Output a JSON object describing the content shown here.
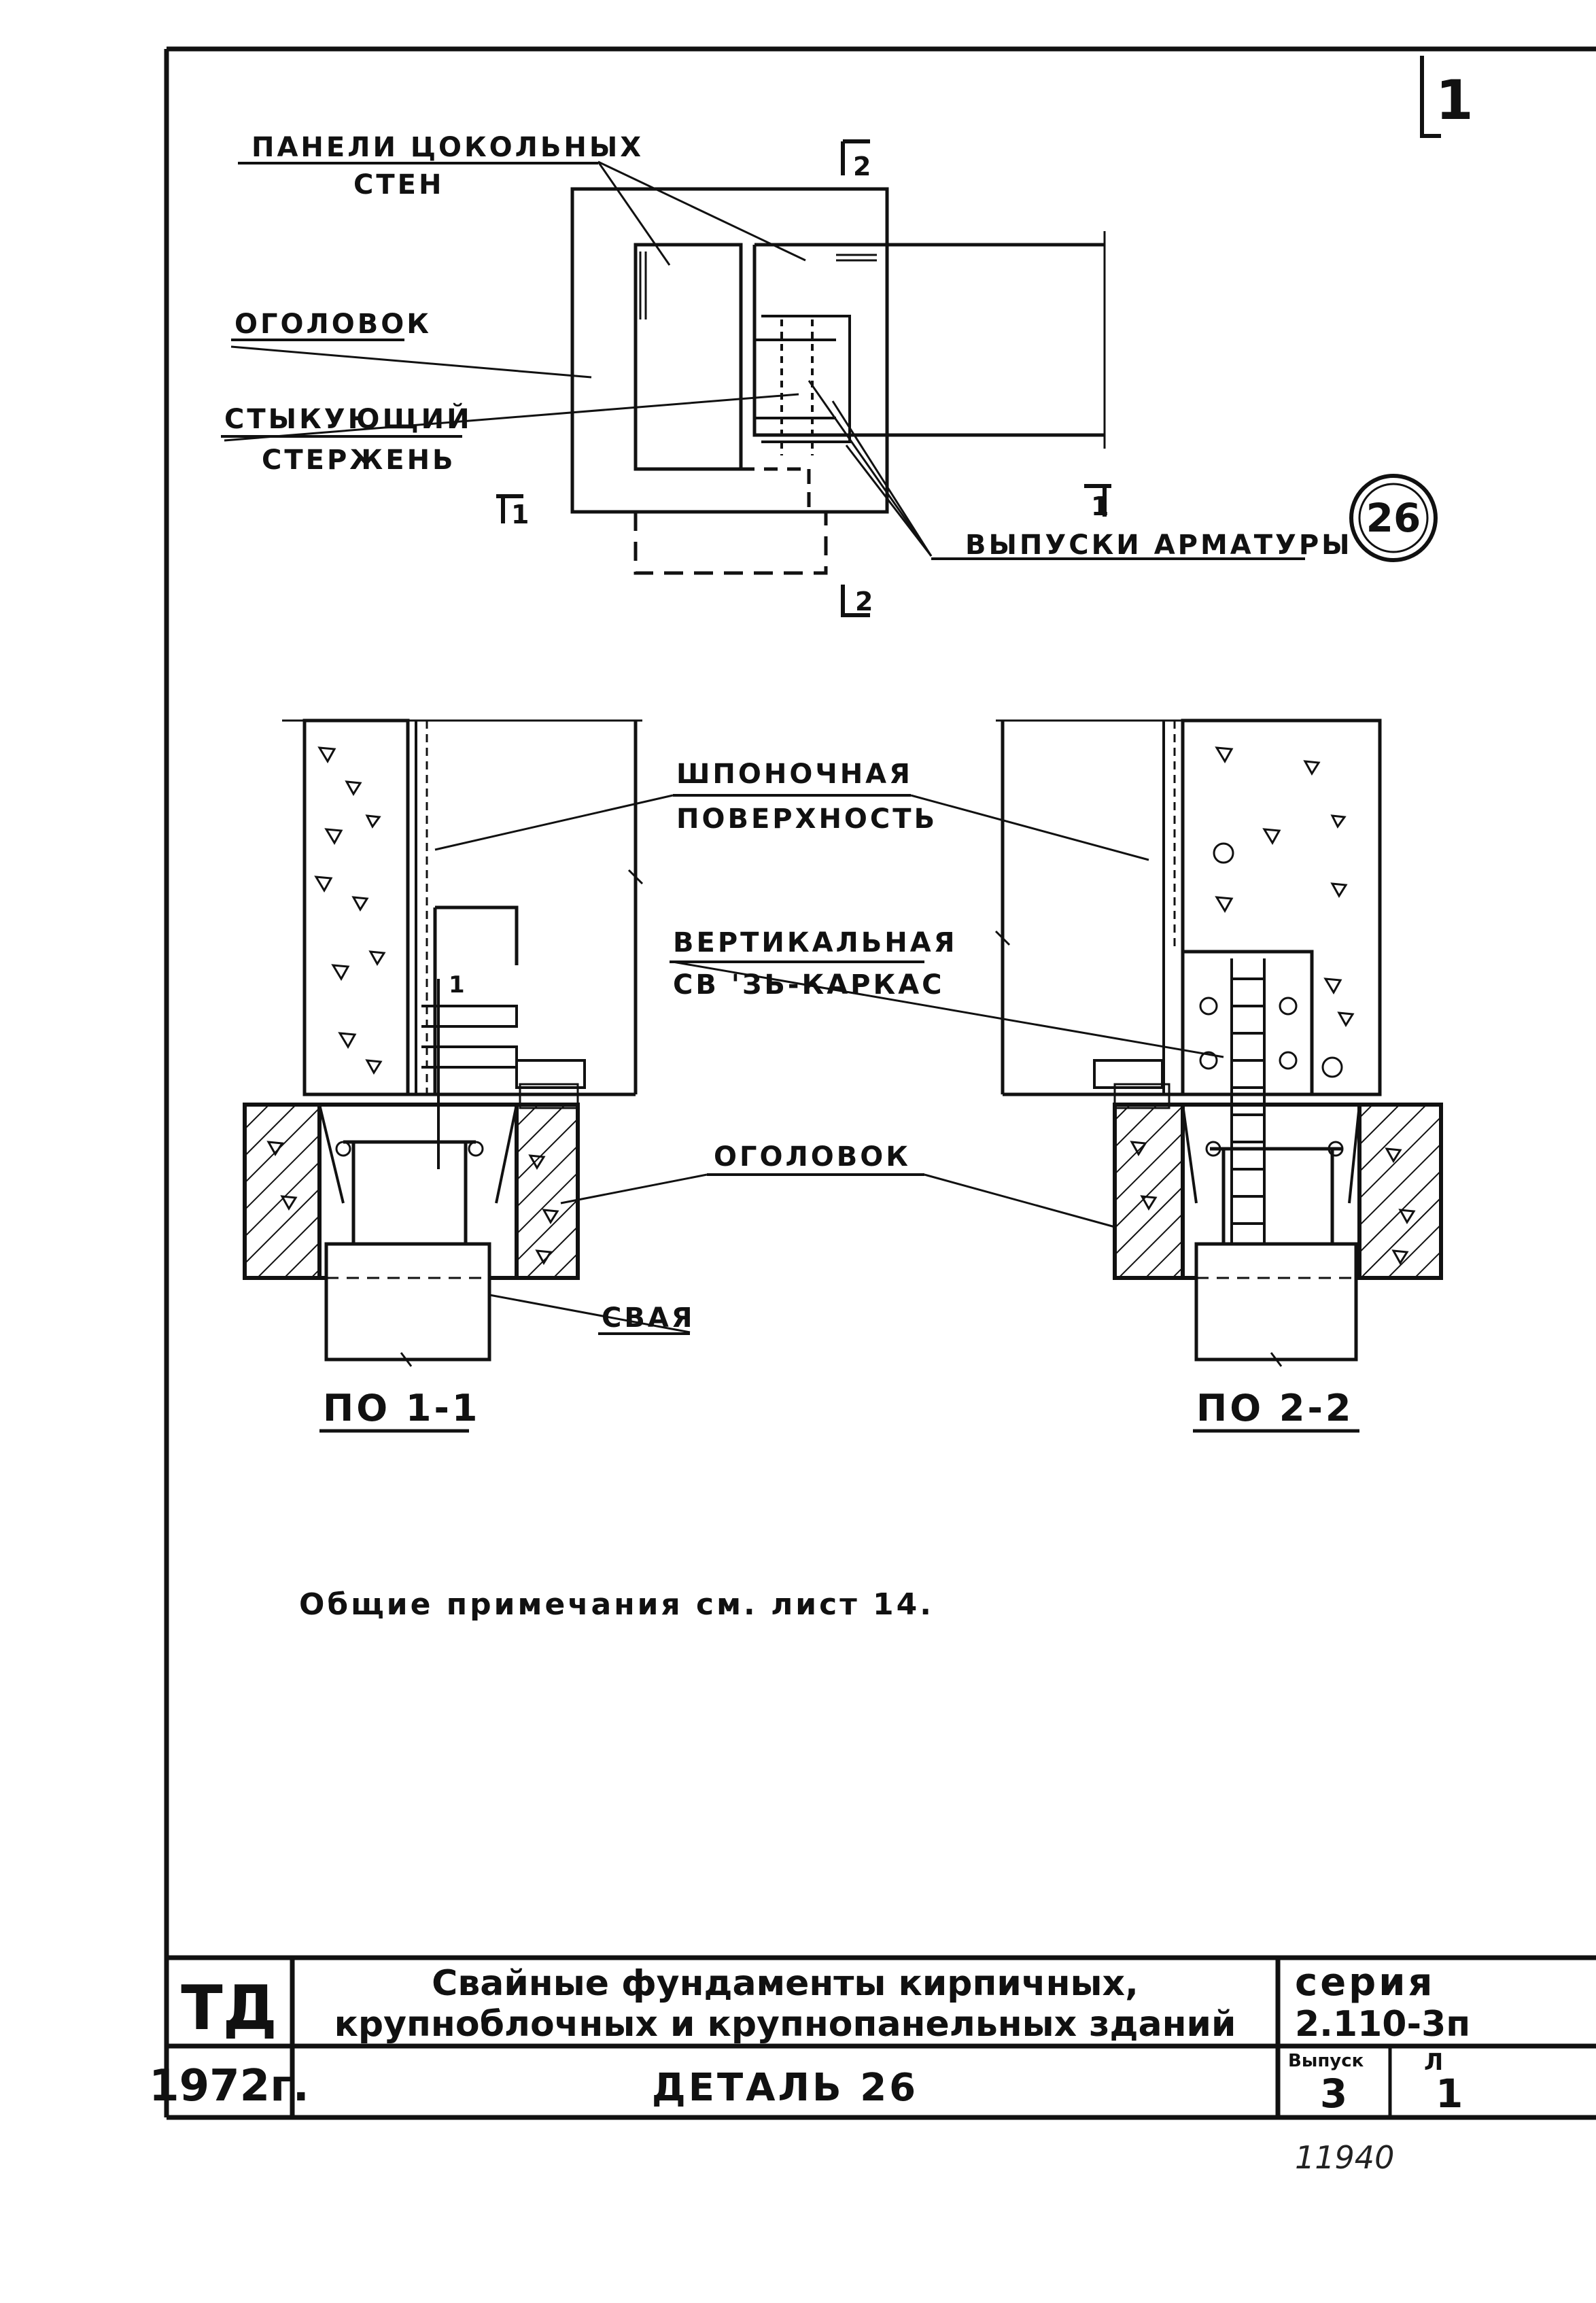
{
  "sheet_number_fragment": "1",
  "detail_marker": "26",
  "plan": {
    "label_panels_line1": "ПАНЕЛИ ЦОКОЛЬНЫХ",
    "label_panels_line2": "СТЕН",
    "label_cap": "ОГОЛОВОК",
    "label_rod_line1": "СТЫКУЮЩИЙ",
    "label_rod_line2": "СТЕРЖЕНЬ",
    "label_rebar": "ВЫПУСКИ АРМАТУРЫ",
    "cut1_left": "1",
    "cut1_right": "1",
    "cut2_top": "2",
    "cut2_bottom": "2"
  },
  "sections": {
    "label_key_line1": "ШПОНОЧНАЯ",
    "label_key_line2": "ПОВЕРХНОСТЬ",
    "label_vert_line1": "ВЕРТИКАЛЬНАЯ",
    "label_vert_line2": "СВ 'ЗЬ-КАРКАС",
    "label_cap": "ОГОЛОВОК",
    "label_pile": "СВАЯ",
    "section_1_title": "ПО 1-1",
    "section_2_title": "ПО 2-2",
    "bar_mark": "1"
  },
  "notes": "Общие примечания см. лист 14.",
  "title_block": {
    "code": "ТД",
    "year": "1972г.",
    "title_line1": "Свайные фундаменты кирпичных,",
    "title_line2": "крупноблочных и крупнопанельных зданий",
    "detail": "ДЕТАЛЬ 26",
    "series_label": "серия",
    "series_value": "2.110-3п",
    "issue_label": "Выпуск",
    "issue_value": "3",
    "sheet_label": "Л",
    "sheet_value": "1"
  },
  "archive_number": "11940"
}
